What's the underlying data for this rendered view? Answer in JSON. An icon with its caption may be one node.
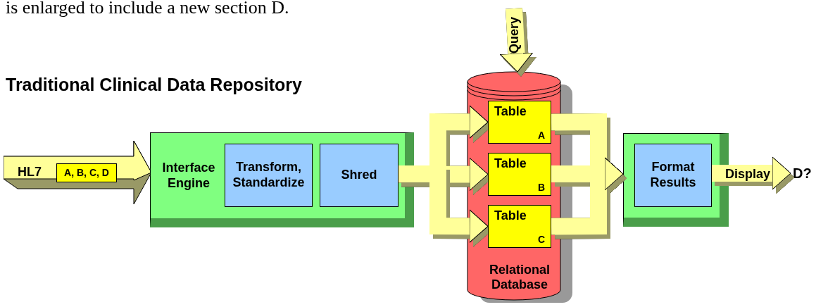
{
  "diagram": {
    "title": "Traditional Clinical Data Repository",
    "nodes": [
      {
        "text": [
          "HL7"
        ]
      },
      {
        "text": [
          "A, B, C, D"
        ],
        "in": 0
      },
      {
        "text": [
          "Interface Engine"
        ]
      },
      {
        "text": [
          "Transform, Standardize"
        ],
        "in": 2
      },
      {
        "text": [
          "Shred"
        ],
        "in": 2
      },
      {
        "text": [
          "Relational Database"
        ]
      },
      {
        "text": [
          "Table",
          "A"
        ],
        "in": 5
      },
      {
        "text": [
          "Table",
          "B"
        ],
        "in": 5
      },
      {
        "text": [
          "Table",
          "C"
        ],
        "in": 5
      },
      {
        "text": [],
        "shape": "box"
      },
      {
        "text": [
          "Format Results"
        ],
        "in": 9
      },
      {
        "text": [
          "D?"
        ]
      }
    ],
    "edges": [
      {
        "from": null,
        "to": 5,
        "arrow": "to",
        "label": "Query"
      },
      {
        "from": 4,
        "to": 6,
        "arrow": "to"
      },
      {
        "from": 4,
        "to": 7,
        "arrow": "to"
      },
      {
        "from": 4,
        "to": 8,
        "arrow": "to"
      },
      {
        "from": 6,
        "to": 9,
        "arrow": "to"
      },
      {
        "from": 7,
        "to": 9,
        "arrow": "to"
      },
      {
        "from": 8,
        "to": 9,
        "arrow": "to"
      },
      {
        "from": 10,
        "to": 11,
        "arrow": "to",
        "label": "Display"
      }
    ],
    "labels": [
      "is enlarged to include a new section D."
    ]
  }
}
